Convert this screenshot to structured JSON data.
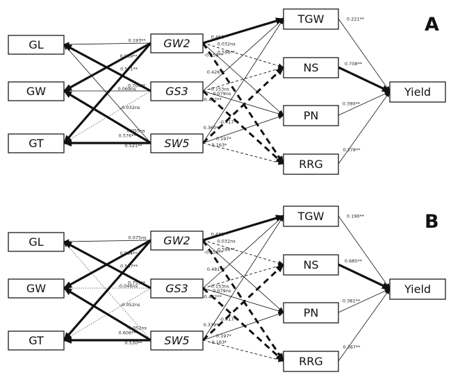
{
  "panels": [
    {
      "label": "A",
      "nodes": {
        "GL": "GL",
        "GW": "GW",
        "GT": "GT",
        "GW2": "GW2",
        "GS3": "GS3",
        "SW5": "SW5",
        "TGW": "TGW",
        "NS": "NS",
        "PN": "PN",
        "RRG": "RRG",
        "Yield": "Yield"
      },
      "paths": [
        {
          "id": "gw2-gl",
          "from": "GW2",
          "to": "GL",
          "coef": "0.193**",
          "style": "thin"
        },
        {
          "id": "gw2-gw",
          "from": "GW2",
          "to": "GW",
          "coef": "0.589**",
          "style": "thick"
        },
        {
          "id": "gw2-gt",
          "from": "GW2",
          "to": "GT",
          "coef": "0.571**",
          "style": "thick"
        },
        {
          "id": "gs3-gl",
          "from": "GS3",
          "to": "GL",
          "coef": "0.704**",
          "style": "thick"
        },
        {
          "id": "gs3-gw",
          "from": "GS3",
          "to": "GW",
          "coef": "0.069ns",
          "style": "thin"
        },
        {
          "id": "gs3-gt",
          "from": "GS3",
          "to": "GT",
          "coef": "-0.032ns",
          "style": "dotted"
        },
        {
          "id": "sw5-gl",
          "from": "SW5",
          "to": "GL",
          "coef": "0.055ns",
          "style": "thin"
        },
        {
          "id": "sw5-gw",
          "from": "SW5",
          "to": "GW",
          "coef": "0.576**",
          "style": "thick"
        },
        {
          "id": "sw5-gt",
          "from": "SW5",
          "to": "GT",
          "coef": "0.521**",
          "style": "thick"
        },
        {
          "id": "gw2-tgw",
          "from": "GW2",
          "to": "TGW",
          "coef": "0.466**",
          "style": "thick"
        },
        {
          "id": "gw2-ns",
          "from": "GW2",
          "to": "NS",
          "coef": "0.032ns",
          "style": "dashed"
        },
        {
          "id": "gw2-pn",
          "from": "GW2",
          "to": "PN",
          "coef": "0.596**",
          "style": "thin"
        },
        {
          "id": "gw2-rrg",
          "from": "GW2",
          "to": "RRG",
          "coef": "-0.458**",
          "style": "dashed-thick"
        },
        {
          "id": "gs3-tgw",
          "from": "GS3",
          "to": "TGW",
          "coef": "0.426**",
          "style": "thin"
        },
        {
          "id": "gs3-ns",
          "from": "GS3",
          "to": "NS",
          "coef": "-0.153ns",
          "style": "dashed"
        },
        {
          "id": "gs3-pn",
          "from": "GS3",
          "to": "PN",
          "coef": "0.079ns",
          "style": "thin"
        },
        {
          "id": "gs3-rrg",
          "from": "GS3",
          "to": "RRG",
          "coef": "-0.422**",
          "style": "dashed-thick"
        },
        {
          "id": "sw5-tgw",
          "from": "SW5",
          "to": "TGW",
          "coef": "0.360**",
          "style": "thin"
        },
        {
          "id": "sw5-ns",
          "from": "SW5",
          "to": "NS",
          "coef": "-0.417**",
          "style": "dashed-thick"
        },
        {
          "id": "sw5-pn",
          "from": "SW5",
          "to": "PN",
          "coef": "0.197*",
          "style": "thin"
        },
        {
          "id": "sw5-rrg",
          "from": "SW5",
          "to": "RRG",
          "coef": "-0.163*",
          "style": "dashed"
        },
        {
          "id": "tgw-yield",
          "from": "TGW",
          "to": "Yield",
          "coef": "0.221**",
          "style": "thin"
        },
        {
          "id": "ns-yield",
          "from": "NS",
          "to": "Yield",
          "coef": "0.708**",
          "style": "thick"
        },
        {
          "id": "pn-yield",
          "from": "PN",
          "to": "Yield",
          "coef": "0.390**",
          "style": "thin"
        },
        {
          "id": "rrg-yield",
          "from": "RRG",
          "to": "Yield",
          "coef": "0.378**",
          "style": "thin"
        }
      ]
    },
    {
      "label": "B",
      "nodes": {
        "GL": "GL",
        "GW": "GW",
        "GT": "GT",
        "GW2": "GW2",
        "GS3": "GS3",
        "SW5": "SW5",
        "TGW": "TGW",
        "NS": "NS",
        "PN": "PN",
        "RRG": "RRG",
        "Yield": "Yield"
      },
      "paths": [
        {
          "id": "gw2-gl",
          "from": "GW2",
          "to": "GL",
          "coef": "0.075ns",
          "style": "thin"
        },
        {
          "id": "gw2-gw",
          "from": "GW2",
          "to": "GW",
          "coef": "0.594**",
          "style": "thick"
        },
        {
          "id": "gw2-gt",
          "from": "GW2",
          "to": "GT",
          "coef": "0.567**",
          "style": "thick"
        },
        {
          "id": "gs3-gl",
          "from": "GS3",
          "to": "GL",
          "coef": "0.759**",
          "style": "thick"
        },
        {
          "id": "gs3-gw",
          "from": "GS3",
          "to": "GW",
          "coef": "-0.046ns",
          "style": "dotted"
        },
        {
          "id": "gs3-gt",
          "from": "GS3",
          "to": "GT",
          "coef": "-0.052ns",
          "style": "dotted"
        },
        {
          "id": "sw5-gl",
          "from": "SW5",
          "to": "GL",
          "coef": "-0.052ns",
          "style": "dotted"
        },
        {
          "id": "sw5-gw",
          "from": "SW5",
          "to": "GW",
          "coef": "0.606**",
          "style": "thick"
        },
        {
          "id": "sw5-gt",
          "from": "SW5",
          "to": "GT",
          "coef": "0.530**",
          "style": "thick"
        },
        {
          "id": "gw2-tgw",
          "from": "GW2",
          "to": "TGW",
          "coef": "0.432**",
          "style": "thick"
        },
        {
          "id": "gw2-ns",
          "from": "GW2",
          "to": "NS",
          "coef": "0.032ns",
          "style": "dashed"
        },
        {
          "id": "gw2-pn",
          "from": "GW2",
          "to": "PN",
          "coef": "0.596**",
          "style": "thin"
        },
        {
          "id": "gw2-rrg",
          "from": "GW2",
          "to": "RRG",
          "coef": "-0.458**",
          "style": "dashed-thick"
        },
        {
          "id": "gs3-tgw",
          "from": "GS3",
          "to": "TGW",
          "coef": "0.481**",
          "style": "thin"
        },
        {
          "id": "gs3-ns",
          "from": "GS3",
          "to": "NS",
          "coef": "-0.153ns",
          "style": "dashed"
        },
        {
          "id": "gs3-pn",
          "from": "GS3",
          "to": "PN",
          "coef": "0.079ns",
          "style": "thin"
        },
        {
          "id": "gs3-rrg",
          "from": "GS3",
          "to": "RRG",
          "coef": "-0.422**",
          "style": "dashed-thick"
        },
        {
          "id": "sw5-tgw",
          "from": "SW5",
          "to": "TGW",
          "coef": "0.339**",
          "style": "thin"
        },
        {
          "id": "sw5-ns",
          "from": "SW5",
          "to": "NS",
          "coef": "-0.417**",
          "style": "dashed-thick"
        },
        {
          "id": "sw5-pn",
          "from": "SW5",
          "to": "PN",
          "coef": "0.197*",
          "style": "thin"
        },
        {
          "id": "sw5-rrg",
          "from": "SW5",
          "to": "RRG",
          "coef": "-0.163*",
          "style": "dashed"
        },
        {
          "id": "tgw-yield",
          "from": "TGW",
          "to": "Yield",
          "coef": "0.190**",
          "style": "thin"
        },
        {
          "id": "ns-yield",
          "from": "NS",
          "to": "Yield",
          "coef": "0.685**",
          "style": "thick"
        },
        {
          "id": "pn-yield",
          "from": "PN",
          "to": "Yield",
          "coef": "0.381**",
          "style": "thin"
        },
        {
          "id": "rrg-yield",
          "from": "RRG",
          "to": "Yield",
          "coef": "0.387**",
          "style": "thin"
        }
      ]
    }
  ]
}
